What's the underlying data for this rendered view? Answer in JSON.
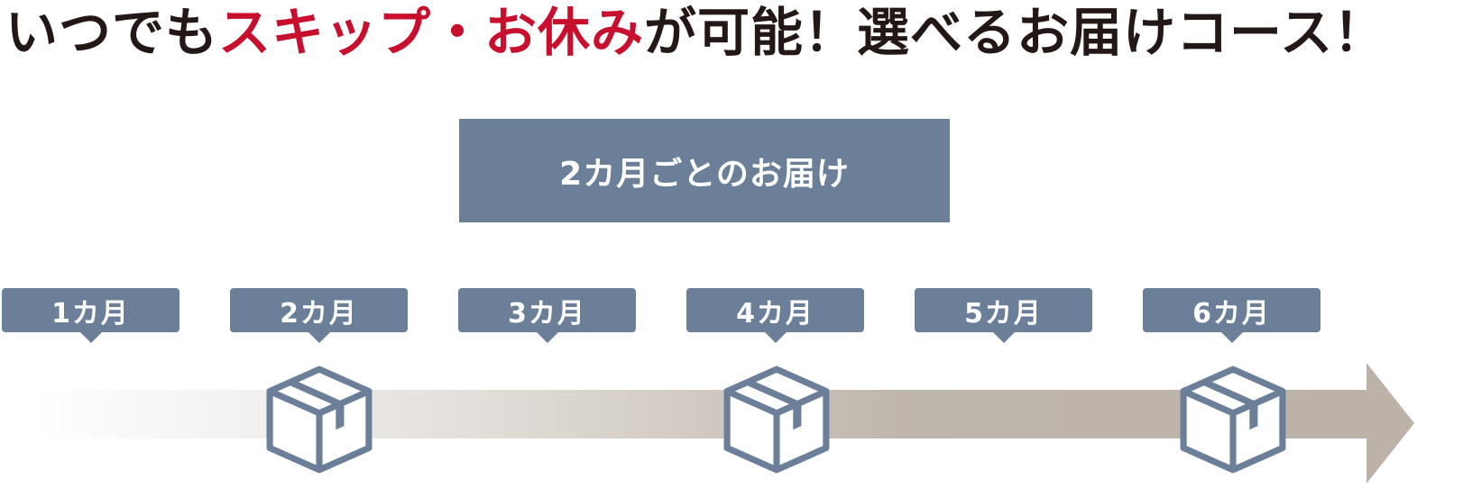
{
  "title": {
    "part1": "いつでも",
    "part2_highlight": "スキップ・お休み",
    "part3": "が可能！選べるお届けコース！",
    "text_color": "#231815",
    "highlight_color": "#c8102e"
  },
  "banner": {
    "label": "2カ月ごとのお届け",
    "color": "#6b7f99"
  },
  "timeline": {
    "months": [
      {
        "label": "1カ月",
        "delivery": false
      },
      {
        "label": "2カ月",
        "delivery": true
      },
      {
        "label": "3カ月",
        "delivery": false
      },
      {
        "label": "4カ月",
        "delivery": true
      },
      {
        "label": "5カ月",
        "delivery": false
      },
      {
        "label": "6カ月",
        "delivery": true
      }
    ],
    "label_color": "#6b7f99",
    "arrow_color": "#bcb2a8",
    "delivery_icon": "package-box-icon"
  }
}
